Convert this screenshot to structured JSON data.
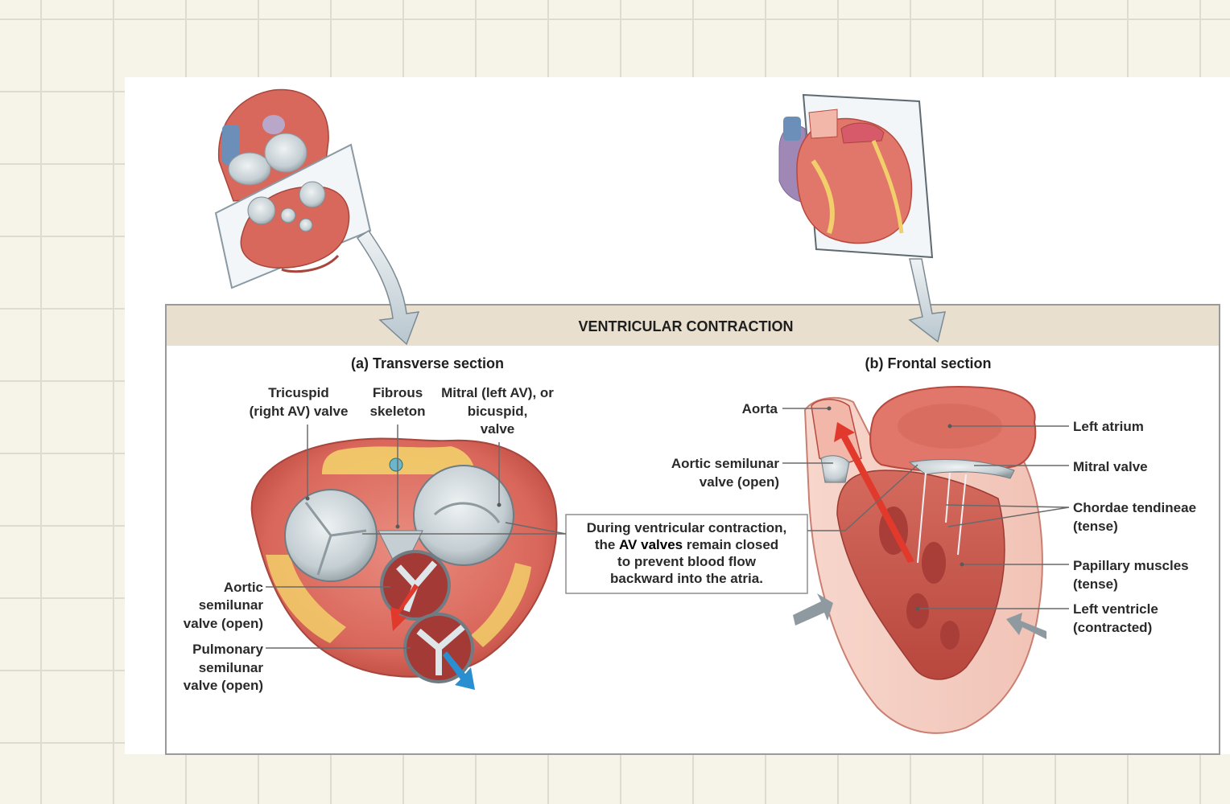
{
  "diagram": {
    "banner": "VENTRICULAR CONTRACTION",
    "panel_a": {
      "title": "(a) Transverse section",
      "labels": {
        "tricuspid": [
          "Tricuspid",
          "(right AV) valve"
        ],
        "fibrous": [
          "Fibrous",
          "skeleton"
        ],
        "mitral": [
          "Mitral (left AV), or",
          "bicuspid,",
          "valve"
        ],
        "aortic": [
          "Aortic",
          "semilunar",
          "valve (open)"
        ],
        "pulmonary": [
          "Pulmonary",
          "semilunar",
          "valve (open)"
        ]
      }
    },
    "panel_b": {
      "title": "(b) Frontal section",
      "labels": {
        "aorta": "Aorta",
        "aortic_semilunar": [
          "Aortic semilunar",
          "valve (open)"
        ],
        "left_atrium": "Left atrium",
        "mitral_valve": "Mitral valve",
        "chordae": [
          "Chordae tendineae",
          "(tense)"
        ],
        "papillary": [
          "Papillary muscles",
          "(tense)"
        ],
        "left_ventricle": [
          "Left ventricle",
          "(contracted)"
        ]
      }
    },
    "callout": {
      "line1": "During ventricular contraction,",
      "line2_bold": "AV valves",
      "line2_pre": "the ",
      "line2_post": " remain closed",
      "line3": "to prevent blood flow",
      "line4": "backward into the atria."
    }
  },
  "colors": {
    "muscle": "#e0776a",
    "muscle_dark": "#c4554a",
    "fat": "#f2cf6a",
    "valve": "#c9d3d8",
    "banner": "#e9dfcf",
    "arrow_red": "#e2392d",
    "arrow_blue": "#2a8fd0"
  }
}
